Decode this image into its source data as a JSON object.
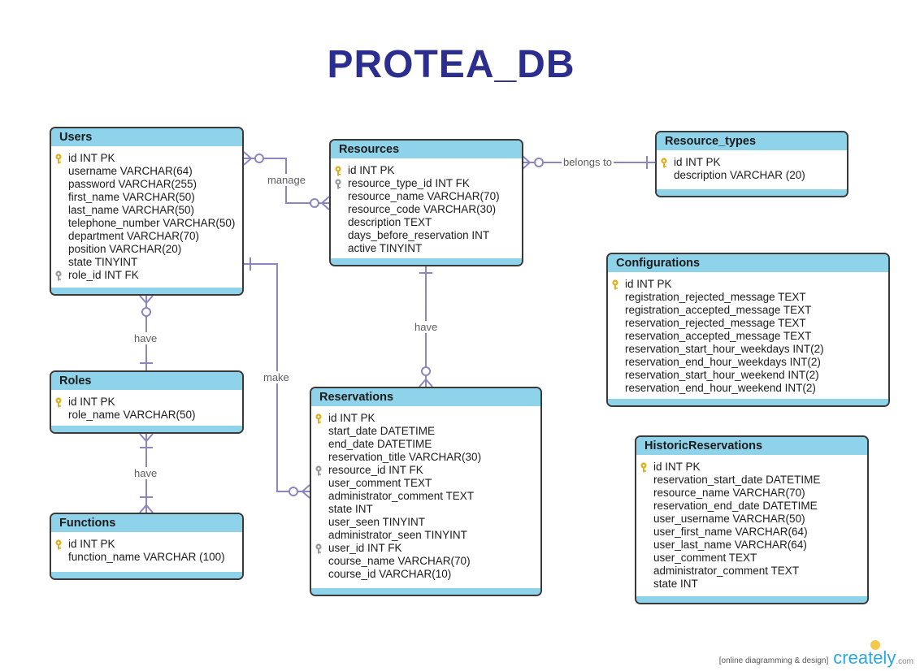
{
  "title": "PROTEA_DB",
  "colors": {
    "title": "#2b2d8f",
    "header": "#8fd3ea",
    "connector": "#8b86c0",
    "pk_key": "#e0b020",
    "fk_key": "#9a9a9a"
  },
  "entities": {
    "users": {
      "name": "Users",
      "fields": [
        {
          "text": "id INT PK",
          "key": "pk"
        },
        {
          "text": "username VARCHAR(64)",
          "key": ""
        },
        {
          "text": "password VARCHAR(255)",
          "key": ""
        },
        {
          "text": "first_name VARCHAR(50)",
          "key": ""
        },
        {
          "text": "last_name VARCHAR(50)",
          "key": ""
        },
        {
          "text": "telephone_number VARCHAR(50)",
          "key": ""
        },
        {
          "text": "department VARCHAR(70)",
          "key": ""
        },
        {
          "text": "position VARCHAR(20)",
          "key": ""
        },
        {
          "text": "state TINYINT",
          "key": ""
        },
        {
          "text": "role_id INT FK",
          "key": "fk"
        }
      ]
    },
    "resources": {
      "name": "Resources",
      "fields": [
        {
          "text": "id INT PK",
          "key": "pk"
        },
        {
          "text": "resource_type_id INT FK",
          "key": "fk"
        },
        {
          "text": "resource_name VARCHAR(70)",
          "key": ""
        },
        {
          "text": "resource_code VARCHAR(30)",
          "key": ""
        },
        {
          "text": "description TEXT",
          "key": ""
        },
        {
          "text": "days_before_reservation INT",
          "key": ""
        },
        {
          "text": "active TINYINT",
          "key": ""
        }
      ]
    },
    "resource_types": {
      "name": "Resource_types",
      "fields": [
        {
          "text": "id INT PK",
          "key": "pk"
        },
        {
          "text": "description VARCHAR (20)",
          "key": ""
        }
      ]
    },
    "configurations": {
      "name": "Configurations",
      "fields": [
        {
          "text": "id INT PK",
          "key": "pk"
        },
        {
          "text": "registration_rejected_message TEXT",
          "key": ""
        },
        {
          "text": "registration_accepted_message TEXT",
          "key": ""
        },
        {
          "text": "reservation_rejected_message TEXT",
          "key": ""
        },
        {
          "text": "reservation_accepted_message TEXT",
          "key": ""
        },
        {
          "text": "reservation_start_hour_weekdays INT(2)",
          "key": ""
        },
        {
          "text": "reservation_end_hour_weekdays INT(2)",
          "key": ""
        },
        {
          "text": "reservation_start_hour_weekend INT(2)",
          "key": ""
        },
        {
          "text": "reservation_end_hour_weekend INT(2)",
          "key": ""
        }
      ]
    },
    "roles": {
      "name": "Roles",
      "fields": [
        {
          "text": "id INT PK",
          "key": "pk"
        },
        {
          "text": "role_name VARCHAR(50)",
          "key": ""
        }
      ]
    },
    "functions": {
      "name": "Functions",
      "fields": [
        {
          "text": "id INT PK",
          "key": "pk"
        },
        {
          "text": "function_name VARCHAR (100)",
          "key": ""
        }
      ]
    },
    "reservations": {
      "name": "Reservations",
      "fields": [
        {
          "text": "id INT PK",
          "key": "pk"
        },
        {
          "text": "start_date DATETIME",
          "key": ""
        },
        {
          "text": "end_date DATETIME",
          "key": ""
        },
        {
          "text": "reservation_title VARCHAR(30)",
          "key": ""
        },
        {
          "text": "resource_id INT FK",
          "key": "fk"
        },
        {
          "text": "user_comment TEXT",
          "key": ""
        },
        {
          "text": "administrator_comment TEXT",
          "key": ""
        },
        {
          "text": "state INT",
          "key": ""
        },
        {
          "text": "user_seen TINYINT",
          "key": ""
        },
        {
          "text": "administrator_seen TINYINT",
          "key": ""
        },
        {
          "text": "user_id INT FK",
          "key": "fk"
        },
        {
          "text": "course_name VARCHAR(70)",
          "key": ""
        },
        {
          "text": "course_id VARCHAR(10)",
          "key": ""
        }
      ]
    },
    "historic": {
      "name": "HistoricReservations",
      "fields": [
        {
          "text": "id INT PK",
          "key": "pk"
        },
        {
          "text": "reservation_start_date DATETIME",
          "key": ""
        },
        {
          "text": "resource_name VARCHAR(70)",
          "key": ""
        },
        {
          "text": "reservation_end_date DATETIME",
          "key": ""
        },
        {
          "text": "user_username VARCHAR(50)",
          "key": ""
        },
        {
          "text": "user_first_name VARCHAR(64)",
          "key": ""
        },
        {
          "text": "user_last_name VARCHAR(64)",
          "key": ""
        },
        {
          "text": "user_comment TEXT",
          "key": ""
        },
        {
          "text": "administrator_comment TEXT",
          "key": ""
        },
        {
          "text": "state INT",
          "key": ""
        }
      ]
    }
  },
  "relationships": [
    {
      "label": "manage"
    },
    {
      "label": "belongs to"
    },
    {
      "label": "have"
    },
    {
      "label": "have"
    },
    {
      "label": "have"
    },
    {
      "label": "make"
    }
  ],
  "credit": {
    "tagline": "[online diagramming & design]",
    "brand": "creately",
    "suffix": ".com"
  }
}
